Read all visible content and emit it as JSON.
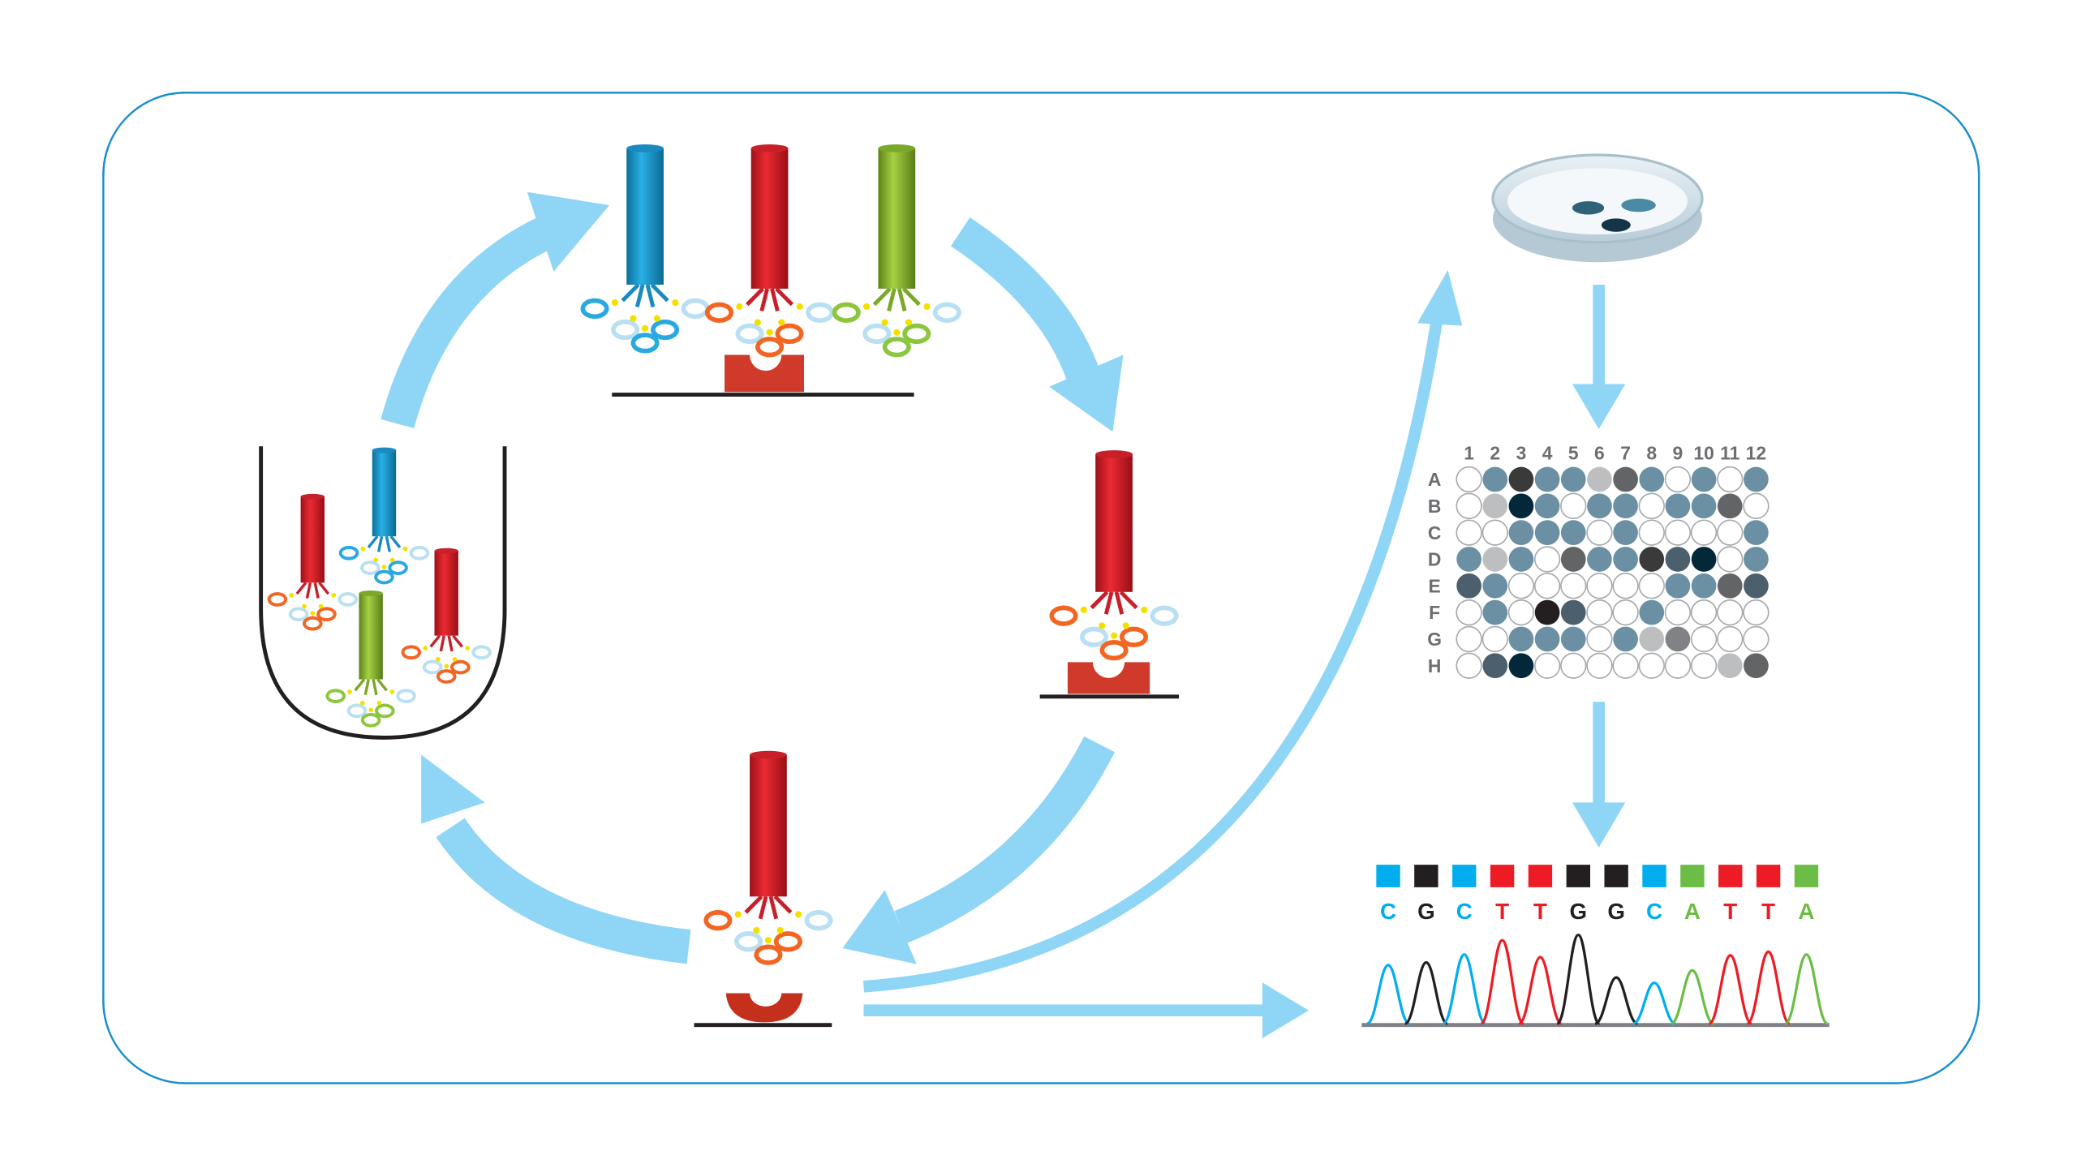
{
  "colors": {
    "frame": "#1b8fcb",
    "arrow": "#8fd5f6",
    "phage_blue": "#1a9ad0",
    "phage_red": "#d7202a",
    "phage_green": "#8cb832",
    "target": "#cf3a2a",
    "base_C": "#00aeef",
    "base_G": "#231f20",
    "base_T": "#ed1c24",
    "base_A": "#6cbd45"
  },
  "plate": {
    "columns": [
      "1",
      "2",
      "3",
      "4",
      "5",
      "6",
      "7",
      "8",
      "9",
      "10",
      "11",
      "12"
    ],
    "rows": [
      "A",
      "B",
      "C",
      "D",
      "E",
      "F",
      "G",
      "H"
    ],
    "well_palette": {
      "w": "#ffffff",
      "b": "#6b8fa3",
      "l": "#bcbec0",
      "d": "#3a3a3a",
      "n": "#03283a",
      "g": "#636466",
      "s": "#4c5f6c",
      "k": "#231f20",
      "m": "#808285"
    },
    "wells": [
      "wbdbblgbwbwb",
      "wlnbwbbwbbgw",
      "wwbbbwbwwwwb",
      "blbwgbbdsnwb",
      "sbwwwwwwbbgs",
      "wbwkswwbwwww",
      "wwbbbwblmwww",
      "wsnwwwwwwwlg"
    ]
  },
  "sequence": {
    "bases": [
      "C",
      "G",
      "C",
      "T",
      "T",
      "G",
      "G",
      "C",
      "A",
      "T",
      "T",
      "A"
    ],
    "peak_heights": [
      0.66,
      0.69,
      0.78,
      0.94,
      0.75,
      1.0,
      0.52,
      0.46,
      0.6,
      0.77,
      0.81,
      0.78
    ]
  },
  "phages": [
    {
      "id": "top-blue",
      "color": "blue"
    },
    {
      "id": "top-red",
      "color": "red"
    },
    {
      "id": "top-green",
      "color": "green"
    },
    {
      "id": "bound-red",
      "color": "red"
    },
    {
      "id": "eluted-red",
      "color": "red"
    },
    {
      "id": "library-red-1",
      "color": "red"
    },
    {
      "id": "library-blue",
      "color": "blue"
    },
    {
      "id": "library-red-2",
      "color": "red"
    },
    {
      "id": "library-green",
      "color": "green"
    }
  ]
}
